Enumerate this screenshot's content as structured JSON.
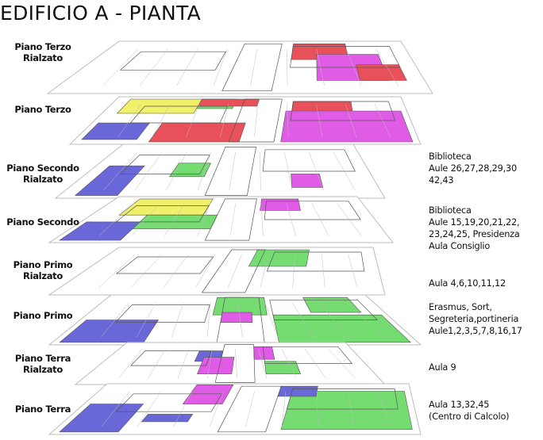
{
  "title": "EDIFICIO A - PIANTA",
  "colors": {
    "red": "#e8505a",
    "magenta": "#e05ce6",
    "blue": "#6a68d9",
    "green": "#74dc70",
    "yellow": "#f0f06a",
    "outline": "#555555",
    "light_outline": "#bdbdbd"
  },
  "floors": [
    {
      "id": "terzo-rialzato",
      "label_lines": [
        "Piano Terzo",
        "Rialzato"
      ],
      "info_lines": []
    },
    {
      "id": "terzo",
      "label_lines": [
        "Piano Terzo"
      ],
      "info_lines": []
    },
    {
      "id": "secondo-rialzato",
      "label_lines": [
        "Piano Secondo",
        "Rialzato"
      ],
      "info_lines": [
        "Biblioteca",
        "Aule 26,27,28,29,30",
        "42,43"
      ]
    },
    {
      "id": "secondo",
      "label_lines": [
        "Piano Secondo"
      ],
      "info_lines": [
        "Biblioteca",
        "Aule 15,19,20,21,22,",
        "23,24,25, Presidenza",
        "Aula Consiglio"
      ]
    },
    {
      "id": "primo-rialzato",
      "label_lines": [
        "Piano Primo",
        "Rialzato"
      ],
      "info_lines": [
        "Aula 4,6,10,11,12"
      ]
    },
    {
      "id": "primo",
      "label_lines": [
        "Piano Primo"
      ],
      "info_lines": [
        "Erasmus, Sort,",
        "Segreteria,portineria",
        "Aule1,2,3,5,7,8,16,17"
      ]
    },
    {
      "id": "terra-rialzato",
      "label_lines": [
        "Piano Terra",
        "Rialzato"
      ],
      "info_lines": [
        "Aula 9"
      ]
    },
    {
      "id": "terra",
      "label_lines": [
        "Piano Terra"
      ],
      "info_lines": [
        "Aula 13,32,45",
        "(Centro di Calcolo)"
      ]
    }
  ]
}
